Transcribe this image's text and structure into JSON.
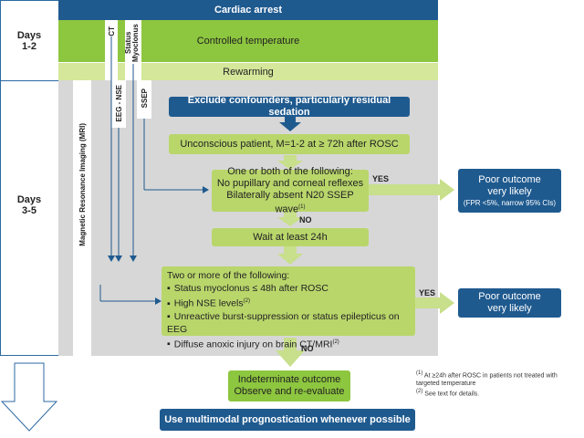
{
  "header": "Cardiac arrest",
  "days": {
    "d12": {
      "line1": "Days",
      "line2": "1-2"
    },
    "d35": {
      "line1": "Days",
      "line2": "3-5"
    }
  },
  "controlled_temperature": "Controlled temperature",
  "rewarming": "Rewarming",
  "columns": {
    "ct": "CT",
    "status_myoclonus": "Status Myoclonus",
    "eeg_nse": "EEG - NSE",
    "ssep": "SSEP",
    "mri": "Magnetic Resonance Imaging (MRI)"
  },
  "exclude": "Exclude confounders, particularly residual sedation",
  "unconscious": "Unconscious patient, M=1-2 at ≥ 72h after ROSC",
  "criteria1": {
    "title": "One or both of the following:",
    "line1": "No pupillary and corneal reflexes",
    "line2": "Bilaterally absent N20 SSEP wave",
    "sup": "(1)"
  },
  "yes1": "YES",
  "no1": "NO",
  "poor1": {
    "line1": "Poor outcome",
    "line2": "very likely",
    "line3": "(FPR <5%, narrow 95% CIs)"
  },
  "wait": "Wait at least 24h",
  "criteria2": {
    "title": "Two or more of the following:",
    "items": [
      "Status myoclonus ≤ 48h after ROSC",
      "High  NSE levels",
      "Unreactive burst-suppression or status epilepticus on EEG",
      "Diffuse anoxic injury on brain CT/MRI"
    ],
    "sup": "(2)"
  },
  "yes2": "YES",
  "no2": "NO",
  "poor2": {
    "line1": "Poor outcome",
    "line2": "very likely"
  },
  "indeterminate": {
    "line1": "Indeterminate outcome",
    "line2": "Observe and re-evaluate"
  },
  "multimodal": "Use multimodal prognostication whenever possible",
  "footnotes": {
    "f1": "At ≥24h after ROSC in patients not treated with targeted temperature",
    "f1_marker": "(1)",
    "f2": "See text for details.",
    "f2_marker": "(2)"
  },
  "colors": {
    "blue": "#1f5a8f",
    "green": "#b9d66b",
    "green_dark": "#8dc63f",
    "gray": "#d7d7d7"
  }
}
